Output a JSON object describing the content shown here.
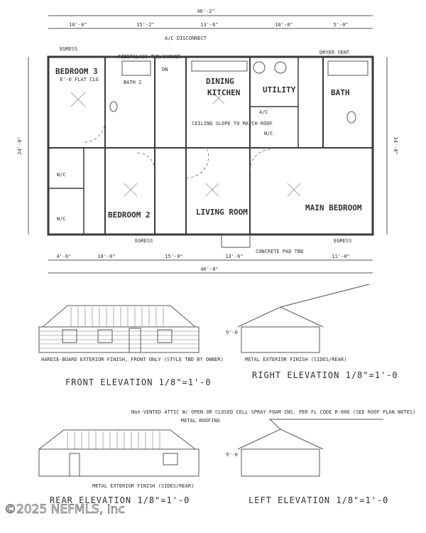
{
  "plan": {
    "overall_width": "46'-2\"",
    "overall_depth": "24'-0\"",
    "top_dims": [
      "10'-0\"",
      "15'-2\"",
      "13'-6\"",
      "10'-0\"",
      "5'-0\""
    ],
    "bottom_dims": [
      "4'-6\"",
      "10'-0\"",
      "15'-0\"",
      "13'-6\"",
      "11'-0\""
    ],
    "total_bottom": "46'-8\"",
    "notes": {
      "ac_disconnect": "A/C DISCONNECT",
      "egress_top": "EGRESS",
      "egress_bl": "EGRESS",
      "egress_br": "EGRESS",
      "concrete_pad": "CONCRETE PAD TBD",
      "fiberglass_tub": "FIBERGLASS TUB/SHOWER",
      "dryer_vent": "DRYER VENT",
      "ceiling_note": "CEILING SLOPE TO MATCH ROOF",
      "flat_clg": "8'-0 FLAT CLG"
    },
    "rooms": {
      "bedroom3": "BEDROOM 3",
      "bath2": "BATH 2",
      "dn": "DN",
      "dining": "DINING",
      "kitchen": "KITCHEN",
      "utility": "UTILITY",
      "ac": "A/C",
      "wic": "W/C",
      "bath": "BATH",
      "bedroom2": "BEDROOM 2",
      "living": "LIVING ROOM",
      "main_bedroom": "MAIN BEDROOM",
      "wic2": "W/C",
      "wic3": "W/C"
    }
  },
  "elevations": {
    "front": "FRONT ELEVATION 1/8\"=1'-0",
    "right": "RIGHT ELEVATION 1/8\"=1'-0",
    "rear": "REAR ELEVATION 1/8\"=1'-0",
    "left": "LEFT ELEVATION 1/8\"=1'-0",
    "hardie_note": "HARDIE-BOARD EXTERIOR FINISH, FRONT ONLY (STYLE TBD BY OWNER)",
    "metal_note_right": "METAL EXTERIOR FINISH (SIDES/REAR)",
    "attic_note": "Non-VENTED ATTIC W/ OPEN OR CLOSED CELL SPRAY FOAM INS. PER FL CODE R-806 (SEE ROOF PLAN NOTES)",
    "metal_roofing": "METAL ROOFING",
    "metal_note_rear": "METAL EXTERIOR FINISH (SIDES/REAR)",
    "plate_ht": "9'-0"
  },
  "watermark": "©2025 NEFMLS, Inc"
}
